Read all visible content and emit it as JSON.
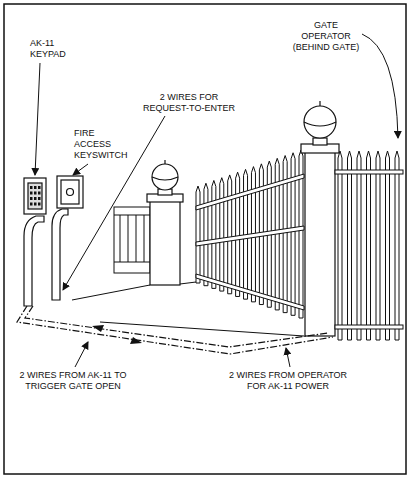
{
  "diagram": {
    "labels": [
      "AK-11 KEYPAD",
      "FIRE ACCESS KEYSWITCH",
      "2 WIRES FOR REQUEST-TO-ENTER",
      "GATE OPERATOR (BEHIND GATE)",
      "2 WIRES FROM AK-11 TO TRIGGER GATE OPEN",
      "2 WIRES FROM OPERATOR FOR AK-11 POWER"
    ]
  }
}
